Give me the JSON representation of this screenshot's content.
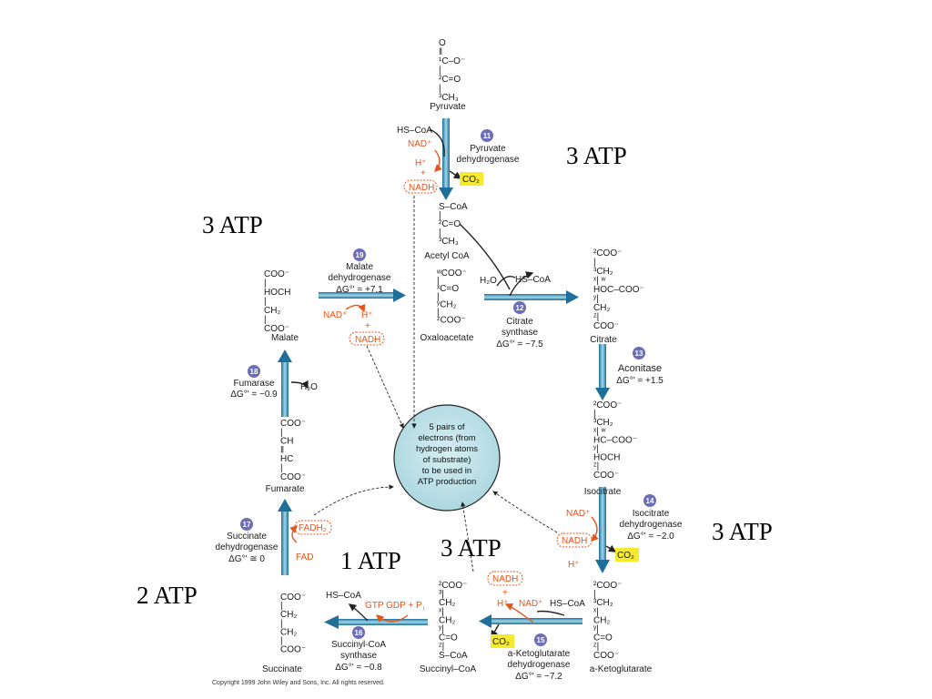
{
  "atp_labels": {
    "top_right": "3 ATP",
    "top_left": "3 ATP",
    "right": "3 ATP",
    "middle_low": "3 ATP",
    "one_atp": "1 ATP",
    "bottom_left": "2 ATP"
  },
  "center_circle": {
    "lines": [
      "5 pairs of",
      "electrons (from",
      "hydrogen atoms",
      "of substrate)",
      "to be used in",
      "ATP production"
    ]
  },
  "molecules": {
    "pyruvate": "Pyruvate",
    "acetyl_coa": "Acetyl CoA",
    "oxaloacetate": "Oxaloacetate",
    "citrate": "Citrate",
    "isocitrate": "Isocitrate",
    "a_ketoglutarate": "a-Ketoglutarate",
    "succinyl_coa": "Succinyl–CoA",
    "succinate": "Succinate",
    "fumarate": "Fumarate",
    "malate": "Malate"
  },
  "enzymes": {
    "e11": {
      "num": "11",
      "lines": [
        "Pyruvate",
        "dehydrogenase"
      ]
    },
    "e12": {
      "num": "12",
      "lines": [
        "Citrate",
        "synthase",
        "ΔG°' = −7.5"
      ]
    },
    "e13": {
      "num": "13",
      "lines": [
        "Aconitase",
        "ΔG°' = +1.5"
      ]
    },
    "e14": {
      "num": "14",
      "lines": [
        "Isocitrate",
        "dehydrogenase",
        "ΔG°' = −2.0"
      ]
    },
    "e15": {
      "num": "15",
      "lines": [
        "a-Ketoglutarate",
        "dehydrogenase",
        "ΔG°' = −7.2"
      ]
    },
    "e16": {
      "num": "16",
      "lines": [
        "Succinyl-CoA",
        "synthase",
        "ΔG°' = −0.8"
      ]
    },
    "e17": {
      "num": "17",
      "lines": [
        "Succinate",
        "dehydrogenase",
        "ΔG°' ≅ 0"
      ]
    },
    "e18": {
      "num": "18",
      "lines": [
        "Fumarase",
        "ΔG°' = −0.9"
      ]
    },
    "e19": {
      "num": "19",
      "lines": [
        "Malate",
        "dehydrogenase",
        "ΔG°' = +7.1"
      ]
    }
  },
  "cofactors": {
    "hs_coa": "HS–CoA",
    "nad": "NAD⁺",
    "h": "H⁺",
    "plus": "+",
    "nadh": "NADH",
    "co2": "CO₂",
    "h2o": "H₂O",
    "fad": "FAD",
    "fadh2": "FADH₂",
    "gtp_gdp": "GTP GDP + P",
    "pi_sub": "i"
  },
  "structures": {
    "pyruvate": [
      "O",
      "‖",
      "¹C–O⁻",
      "|",
      "²C=O",
      "|",
      "³CH₃"
    ],
    "acetyl_coa": [
      "S–CoA",
      "|",
      "²C=O",
      "|",
      "³CH₃"
    ],
    "oxaloacetate": [
      "ʷCOO⁻",
      "|",
      "ˣC=O",
      "|",
      "ʸCH₂",
      "|",
      "ᶻCOO⁻"
    ],
    "citrate": [
      "²COO⁻",
      "|",
      "³CH₂",
      "ˣ|   ʷ",
      "HOC–COO⁻",
      "ʸ|",
      "CH₂",
      "ᶻ|",
      "COO⁻"
    ],
    "isocitrate": [
      "²COO⁻",
      "|",
      "³CH₂",
      "ˣ|   ʷ",
      "HC–COO⁻",
      "ʸ|",
      "HOCH",
      "ᶻ|",
      "COO⁻"
    ],
    "a_ketoglutarate": [
      "²COO⁻",
      "|",
      "³CH₂",
      "ˣ|",
      "CH₂",
      "ʸ|",
      "C=O",
      "ᶻ|",
      "COO⁻"
    ],
    "succinyl_coa": [
      "²COO⁻",
      "³|",
      "CH₂",
      "ˣ|",
      "CH₂",
      "ʸ|",
      "C=O",
      "ᶻ|",
      "S–CoA"
    ],
    "succinate": [
      "COO⁻",
      "|",
      "CH₂",
      "|",
      "CH₂",
      "|",
      "COO⁻"
    ],
    "fumarate": [
      "COO⁻",
      "|",
      "CH",
      "‖",
      "HC",
      "|",
      "COO⁻"
    ],
    "malate": [
      "COO⁻",
      "|",
      "HOCH",
      "|",
      "CH₂",
      "|",
      "COO⁻"
    ]
  },
  "copyright": "Copyright 1999 John Wiley and Sons, Inc. All rights reserved.",
  "colors": {
    "arrow_fill": "#2b7fa8",
    "arrow_light": "#bfe4f0",
    "badge": "#6c6fb8",
    "cofactor": "#e8541c",
    "co2_highlight": "#f5ea2c",
    "center_circle": "#b9dfe6"
  }
}
